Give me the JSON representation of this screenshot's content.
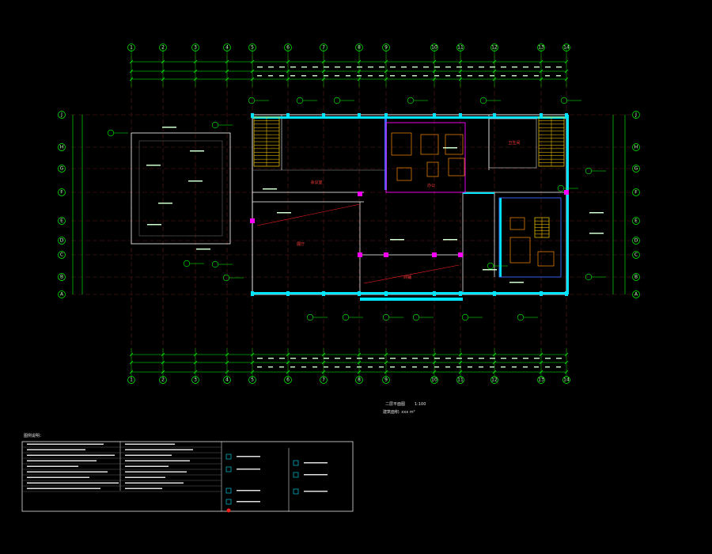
{
  "plan": {
    "columns": [
      "1",
      "2",
      "3",
      "4",
      "5",
      "6",
      "7",
      "8",
      "9",
      "10",
      "11",
      "12",
      "13",
      "14"
    ],
    "rows": [
      "J",
      "H",
      "G",
      "F",
      "E",
      "D",
      "C",
      "B",
      "A"
    ],
    "caption_title": "二层平面图",
    "caption_scale": "1:100",
    "caption_area": "建筑面积: xxx m²",
    "rooms": [
      "会议室",
      "展厅",
      "商铺",
      "办公",
      "卫生间"
    ]
  },
  "legend": {
    "title": "图例说明："
  },
  "colors": {
    "background": "#000000",
    "axis": "#00ff00",
    "wall": "#ffffff",
    "window": "#00e5ff",
    "stair": "#ffd400",
    "furniture": "#ff8c00",
    "room_label": "#ff3b3b",
    "column": "#ff00ff",
    "dim": "#80ff80"
  }
}
